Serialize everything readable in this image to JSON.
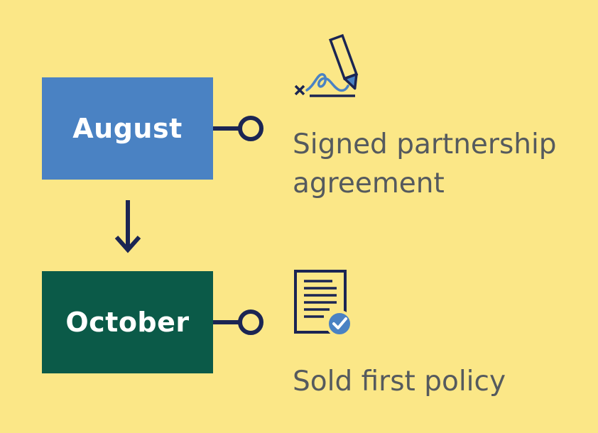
{
  "colors": {
    "background": "#fbe787",
    "august_box": "#4a82c3",
    "october_box": "#0b5a48",
    "navy": "#1b2553",
    "accent_blue": "#4a82c3"
  },
  "timeline": [
    {
      "month": "August",
      "event": "Signed partnership agreement",
      "icon": "signature-pen-icon"
    },
    {
      "month": "October",
      "event": "Sold first policy",
      "icon": "document-checkmark-icon"
    }
  ]
}
